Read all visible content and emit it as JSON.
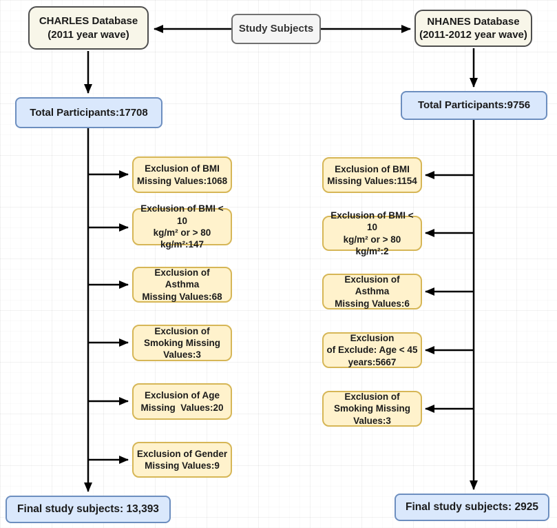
{
  "diagram": {
    "root": {
      "label": "Study Subjects"
    },
    "left": {
      "database": {
        "label": "CHARLES Database\n(2011 year wave)"
      },
      "total": {
        "label": "Total Participants:17708"
      },
      "exclusions": [
        {
          "label": "Exclusion of BMI\nMissing Values:1068"
        },
        {
          "label": "Exclusion of BMI < 10\nkg/m² or > 80\nkg/m²:147"
        },
        {
          "label": "Exclusion of Asthma\nMissing Values:68"
        },
        {
          "label": "Exclusion of\nSmoking Missing\nValues:3"
        },
        {
          "label": "Exclusion of Age\nMissing  Values:20"
        },
        {
          "label": "Exclusion of Gender\nMissing Values:9"
        }
      ],
      "final": {
        "label": "Final study subjects: 13,393"
      }
    },
    "right": {
      "database": {
        "label": "NHANES Database\n(2011-2012 year wave)"
      },
      "total": {
        "label": "Total Participants:9756"
      },
      "exclusions": [
        {
          "label": "Exclusion of BMI\nMissing Values:1154"
        },
        {
          "label": "Exclusion of BMI < 10\nkg/m² or > 80 kg/m²:2"
        },
        {
          "label": "Exclusion of Asthma\nMissing Values:6"
        },
        {
          "label": "Exclusion\nof Exclude: Age < 45\nyears:5667"
        },
        {
          "label": "Exclusion of\nSmoking Missing\nValues:3"
        }
      ],
      "final": {
        "label": "Final study subjects: 2925"
      }
    },
    "colors": {
      "database_fill": "#f8f6e9",
      "database_border": "#4d4d4d",
      "root_fill": "#f5f5f5",
      "root_border": "#707070",
      "stat_fill": "#dae8fc",
      "stat_border": "#6c8ebf",
      "exclusion_fill": "#fff2cc",
      "exclusion_border": "#d6b656",
      "arrow": "#000000"
    }
  }
}
